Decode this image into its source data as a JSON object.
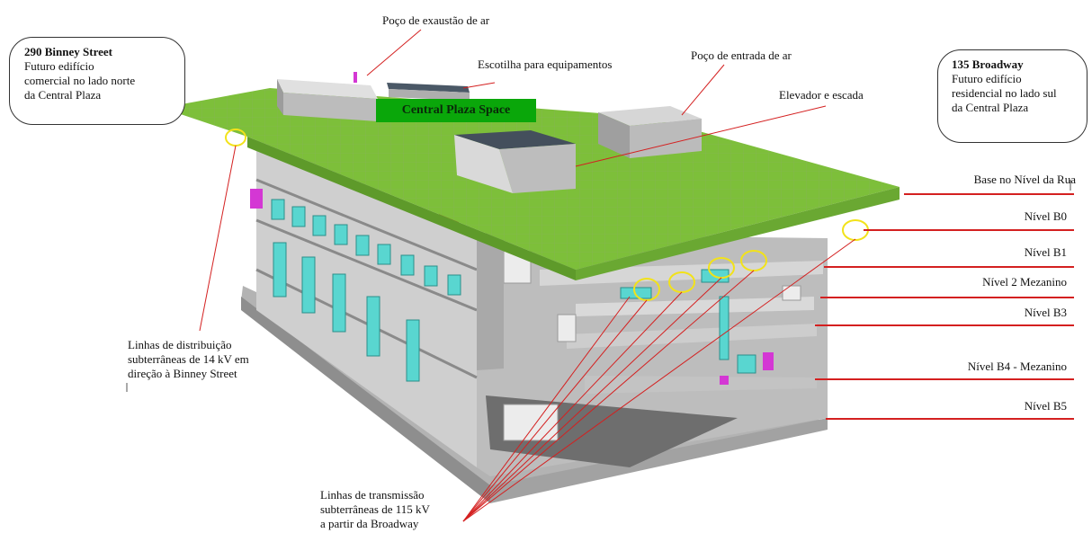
{
  "callouts": {
    "north": {
      "title": "290 Binney Street",
      "lines": [
        "Futuro edifício",
        "comercial no lado norte",
        "da Central Plaza"
      ]
    },
    "south": {
      "title": "135 Broadway",
      "lines": [
        "Futuro edifício",
        "residencial no lado sul",
        "da Central Plaza"
      ]
    }
  },
  "top_labels": {
    "exhaust": "Poço de exaustão de ar",
    "hatch": "Escotilha para equipamentos",
    "intake": "Poço de entrada de ar",
    "elevator": "Elevador e escada"
  },
  "roof_label": "Central Plaza Space",
  "levels": [
    "Base no Nível da Rua",
    "Nível B0",
    "Nível B1",
    "Nível 2 Mezanino",
    "Nível B3",
    "Nível B4 - Mezanino",
    "Nível B5"
  ],
  "bottom_labels": {
    "distribution": [
      "Linhas de distribuição",
      "subterrâneas de 14 kV em",
      "direção à Binney Street"
    ],
    "transmission": [
      "Linhas de transmissão",
      "subterrâneas de 115 kV",
      "a partir da Broadway"
    ]
  },
  "colors": {
    "roof_green": "#7dbf3a",
    "roof_green_dark": "#5e9a2a",
    "concrete": "#c9c9c9",
    "concrete_dark": "#9a9a9a",
    "equipment_cyan": "#59d6d0",
    "marker_yellow": "#f2e21a",
    "leader_red": "#d42020",
    "label_bg": "#0aa70a"
  }
}
